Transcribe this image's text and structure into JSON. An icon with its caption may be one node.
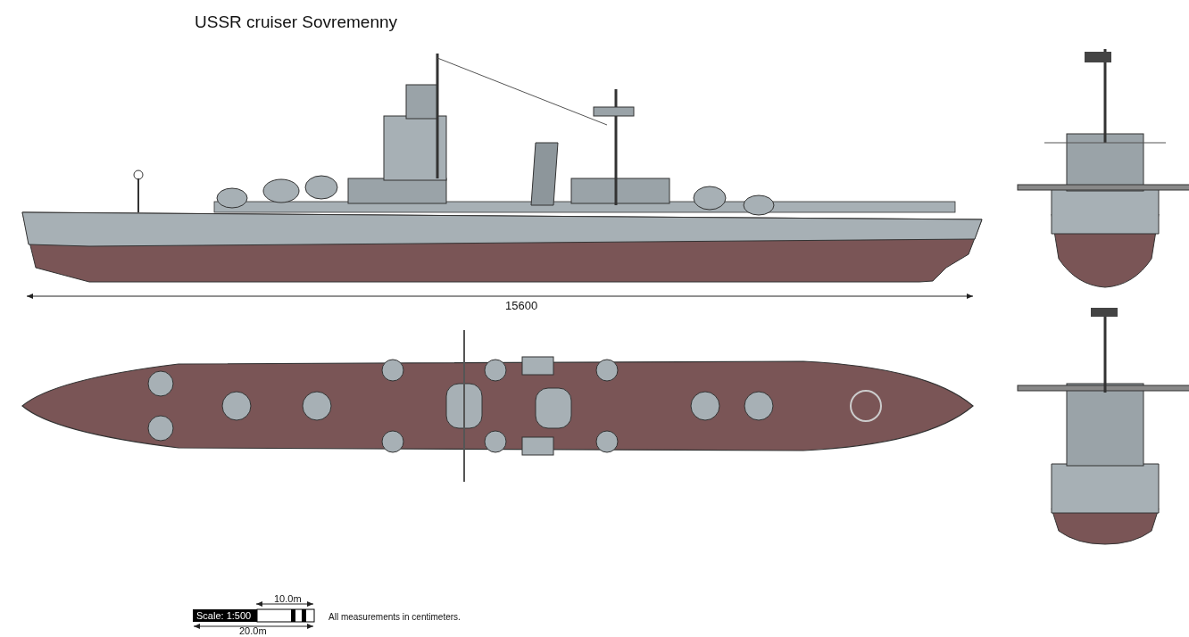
{
  "diagram": {
    "title": "USSR cruiser Sovremenny",
    "labels": [
      "15600",
      "Scale: 1:500",
      "10.0m",
      "20.0m",
      "All measurements in centimeters."
    ]
  }
}
